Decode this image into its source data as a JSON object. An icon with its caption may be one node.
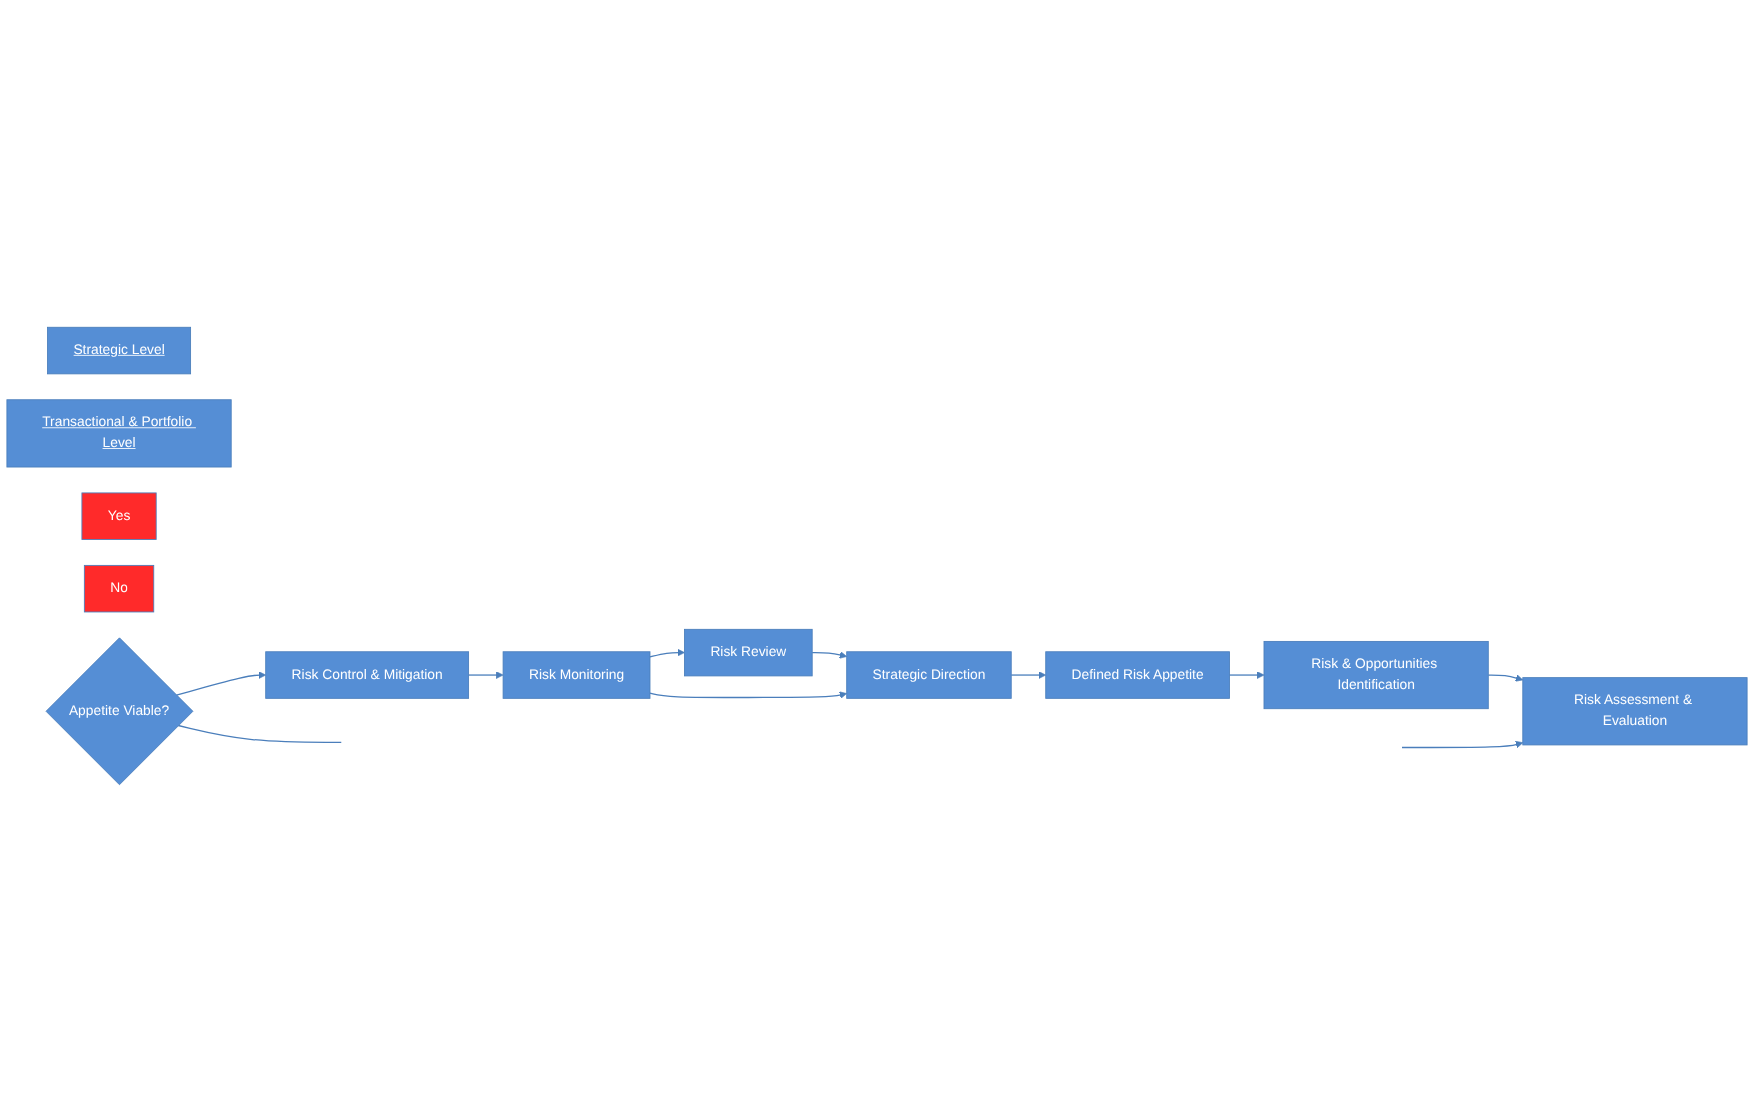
{
  "diagram": {
    "nodes": [
      {
        "text": [
          "Strategic Level"
        ]
      },
      {
        "text": [
          "Transactional & Portfolio Level"
        ]
      },
      {
        "text": [
          "Strategic Direction"
        ]
      },
      {
        "text": [
          "Defined Risk Appetite"
        ]
      },
      {
        "text": [
          "Risk & Opportunities Identification"
        ]
      },
      {
        "text": [
          "Risk Assessment & Evaluation"
        ]
      },
      {
        "text": [
          "Yes"
        ]
      },
      {
        "text": [
          "No"
        ]
      },
      {
        "text": [
          "Risk Control & Mitigation"
        ]
      },
      {
        "text": [
          "Appetite Viable?"
        ]
      },
      {
        "text": [
          "Risk Monitoring"
        ]
      },
      {
        "text": [
          "Risk Review"
        ]
      }
    ],
    "edges": [
      {
        "from": 2,
        "to": 3,
        "arrow": "to"
      },
      {
        "from": 3,
        "to": 4,
        "arrow": "to"
      },
      {
        "from": 4,
        "to": 5,
        "arrow": "to"
      },
      {
        "from": null,
        "to": 5,
        "arrow": "to"
      },
      {
        "from": 9,
        "to": 8,
        "arrow": "to"
      },
      {
        "from": 9,
        "to": null,
        "arrow": "none"
      },
      {
        "from": 8,
        "to": 10,
        "arrow": "to"
      },
      {
        "from": 10,
        "to": 11,
        "arrow": "to"
      },
      {
        "from": 11,
        "to": 2,
        "arrow": "to"
      },
      {
        "from": 10,
        "to": 2,
        "arrow": "to"
      }
    ]
  }
}
